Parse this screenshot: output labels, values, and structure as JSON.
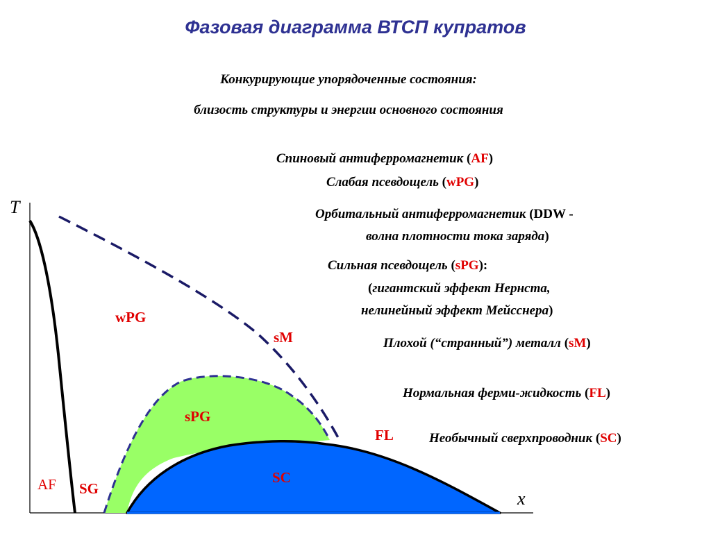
{
  "title": "Фазовая диаграмма ВТСП купратов",
  "subtitle_line1": "Конкурирующие упорядоченные состояния:",
  "subtitle_line2": "близость структуры и энергии основного состояния",
  "legend": {
    "af": {
      "text": "Спиновый антиферромагнетик",
      "open": "(",
      "abbr": "AF",
      "close": ")"
    },
    "wpg": {
      "text": "Слабая псевдощель",
      "open": "(",
      "abbr": "wPG",
      "close": ")"
    },
    "ddw": {
      "text": "Орбитальный антиферромагнетик",
      "abbr_open": "(DDW -",
      "line2": "волна плотности тока заряда",
      "close": ")"
    },
    "spg": {
      "text": "Сильная псевдощель",
      "open": "(",
      "abbr": "sPG",
      "close": "):",
      "detail_line1_open": "(",
      "detail_line1": "гигантский эффект Нернста,",
      "detail_line2": "нелинейный эффект Мейсснера",
      "detail_close": ")"
    },
    "sm": {
      "text": "Плохой (“странный”) металл",
      "open": "(",
      "abbr": "sM",
      "close": ")"
    },
    "fl": {
      "text": "Нормальная ферми-жидкость",
      "open": "(",
      "abbr": "FL",
      "close": ")"
    },
    "sc": {
      "text": "Необычный сверхпроводник",
      "open": "(",
      "abbr": "SC",
      "close": ")"
    }
  },
  "diagram": {
    "axis_y": "T",
    "axis_x": "x",
    "labels": {
      "wpg": "wPG",
      "sm": "sM",
      "spg": "sPG",
      "fl": "FL",
      "sc": "SC",
      "af": "AF",
      "sg": "SG"
    },
    "colors": {
      "spg_fill": "#99ff66",
      "sc_fill": "#0066ff",
      "dashed": "#1a1a66",
      "label_red": "#e00000",
      "title_blue": "#2e3192"
    }
  }
}
